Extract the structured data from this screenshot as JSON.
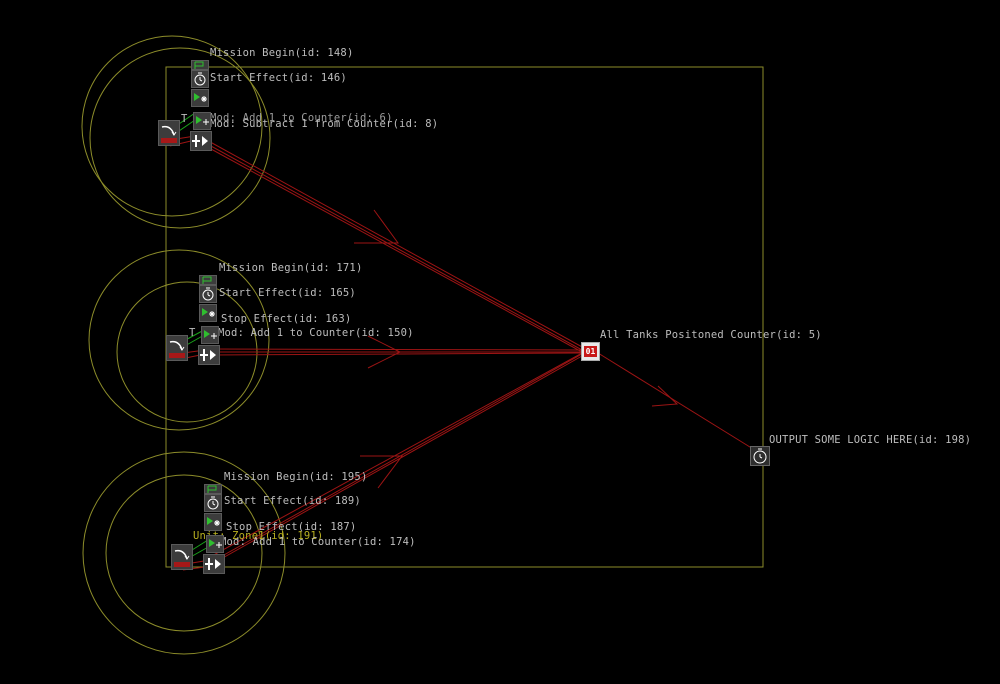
{
  "colors": {
    "background": "#000000",
    "zone": "#8d8d2a",
    "wire": "#9c1414",
    "wire_green": "#1aa51a",
    "label": "#bdbdbd"
  },
  "groups": [
    {
      "mission_begin": "Mission Begin(id: 148)",
      "start_effect": "Start Effect(id: 146)",
      "stop_effect": "",
      "unit_label": "",
      "mod_add": "Mod: Add 1 to Counter(id: 6)",
      "mod_subtract": "Mod: Subtract 1 from Counter(id: 8)",
      "zone_label": "T"
    },
    {
      "mission_begin": "Mission Begin(id: 171)",
      "start_effect": "Start Effect(id: 165)",
      "stop_effect": "Stop Effect(id: 163)",
      "unit_label": "",
      "mod_add": "Mod: Add 1 to Counter(id: 150)",
      "mod_subtract": "",
      "zone_label": "T"
    },
    {
      "mission_begin": "Mission Begin(id: 195)",
      "start_effect": "Start Effect(id: 189)",
      "stop_effect": "Stop Effect(id: 187)",
      "unit_label": "Unit: Zone1(id: 191)",
      "mod_add": "Mod: Add 1 to Counter(id: 174)",
      "mod_subtract": "",
      "zone_label": ""
    }
  ],
  "counter": {
    "label": "All Tanks Positoned Counter(id: 5)",
    "glyph": "01",
    "icon": "counter-icon"
  },
  "output": {
    "label": "OUTPUT SOME LOGIC HERE(id: 198)",
    "icon": "timer-icon"
  },
  "icons": [
    "trigger-zone-icon",
    "timer-icon",
    "flag-icon",
    "play-effect-icon",
    "modifier-icon",
    "counter-icon"
  ]
}
